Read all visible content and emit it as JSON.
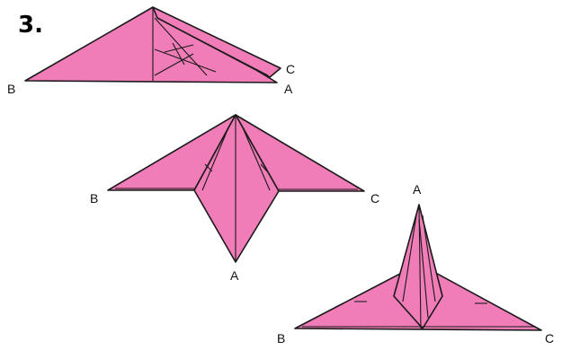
{
  "step_number": "3.",
  "colors": {
    "paper_fill": "#f07cb8",
    "outline": "#1a1a1a",
    "background": "#ffffff"
  },
  "figures": [
    {
      "labels": {
        "left": "B",
        "right_top": "C",
        "right_bottom": "A"
      }
    },
    {
      "labels": {
        "left": "B",
        "right": "C",
        "bottom": "A"
      }
    },
    {
      "labels": {
        "top": "A",
        "left": "B",
        "right": "C"
      }
    }
  ]
}
